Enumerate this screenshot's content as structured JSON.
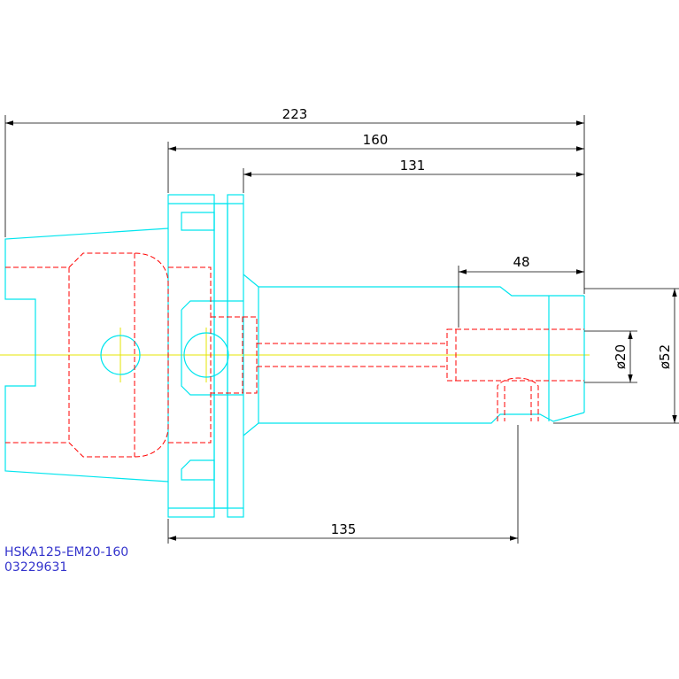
{
  "drawing": {
    "dimensions": {
      "overall_length": "223",
      "gauge_length": "160",
      "body_length": "131",
      "clamp_depth": "48",
      "bore_diameter": "ø20",
      "body_diameter": "ø52",
      "screw_position": "135"
    },
    "colors": {
      "outline": "#00e5ee",
      "hidden": "#ff0000",
      "centerline": "#e6e600",
      "dimension": "#000000",
      "caption": "#3333cc"
    }
  },
  "caption": {
    "part_number": "HSKA125-EM20-160",
    "code": "03229631"
  }
}
